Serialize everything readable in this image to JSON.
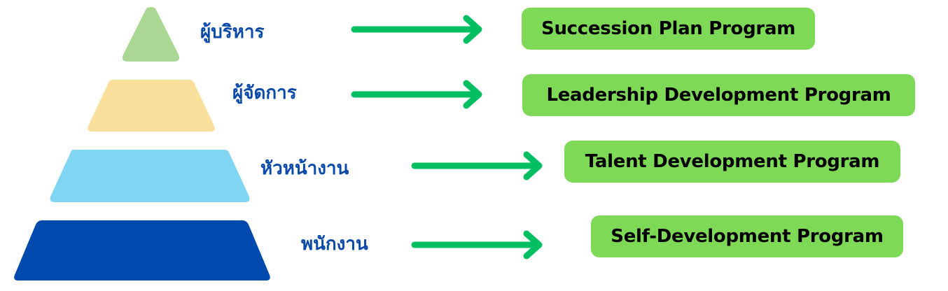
{
  "colors": {
    "label_text": "#0a4aa8",
    "arrow": "#00bf63",
    "program_box": "#7ed957",
    "program_text": "#000000"
  },
  "levels": [
    {
      "name": "executive",
      "label": "ผู้บริหาร",
      "color": "#aad894",
      "program": "Succession Plan Program"
    },
    {
      "name": "manager",
      "label": "ผู้จัดการ",
      "color": "#f8e09c",
      "program": "Leadership Development Program"
    },
    {
      "name": "supervisor",
      "label": "หัวหน้างาน",
      "color": "#80d6f2",
      "program": "Talent Development Program"
    },
    {
      "name": "employee",
      "label": "พนักงาน",
      "color": "#004aad",
      "program": "Self-Development Program"
    }
  ]
}
